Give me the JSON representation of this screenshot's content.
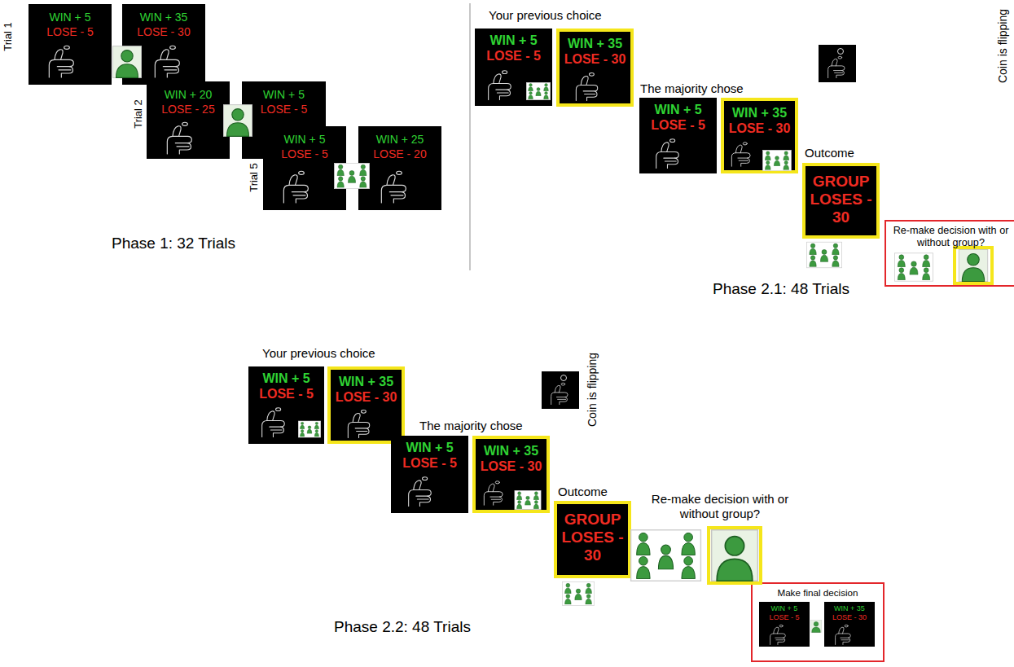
{
  "diagram": {
    "nodes": [
      {
        "text": [
          "WIN + 5",
          "LOSE - 5"
        ]
      },
      {
        "text": [
          "WIN + 35",
          "LOSE - 30"
        ]
      },
      {
        "text": [
          "WIN + 20",
          "LOSE - 25"
        ]
      },
      {
        "text": [
          "WIN + 5",
          "LOSE - 5"
        ]
      },
      {
        "text": [
          "WIN + 5",
          "LOSE - 5"
        ]
      },
      {
        "text": [
          "WIN + 25",
          "LOSE - 20"
        ]
      },
      {
        "text": [
          "WIN + 5",
          "LOSE - 5"
        ]
      },
      {
        "text": [
          "WIN + 35",
          "LOSE - 30"
        ]
      },
      {
        "text": [
          "WIN + 5",
          "LOSE - 5"
        ]
      },
      {
        "text": [
          "WIN + 35",
          "LOSE - 30"
        ]
      },
      {
        "text": [
          "GROUP LOSES - 30"
        ]
      },
      {
        "text": [
          "Re-make decision with or without group?"
        ]
      },
      {
        "text": [
          "WIN + 5",
          "LOSE - 5"
        ]
      },
      {
        "text": [
          "WIN + 35",
          "LOSE - 30"
        ]
      },
      {
        "text": [
          "WIN + 5",
          "LOSE - 5"
        ]
      },
      {
        "text": [
          "WIN + 35",
          "LOSE - 30"
        ]
      },
      {
        "text": [
          "GROUP LOSES - 30"
        ]
      },
      {
        "text": [
          "Make final decision"
        ]
      },
      {
        "text": [
          "WIN + 5",
          "LOSE - 5"
        ],
        "in": 17
      },
      {
        "text": [
          "WIN + 35",
          "LOSE - 30"
        ],
        "in": 17
      }
    ],
    "labels": [
      "Trial 1",
      "Trial 2",
      "Trial 5",
      "Phase 1: 32 Trials",
      "Your previous choice",
      "The majority chose",
      "Coin is flipping",
      "Outcome",
      "Phase 2.1: 48 Trials",
      "Your previous choice",
      "Coin is flipping",
      "The majority chose",
      "Outcome",
      "Re-make decision with or without group?",
      "Phase 2.2: 48 Trials"
    ]
  }
}
